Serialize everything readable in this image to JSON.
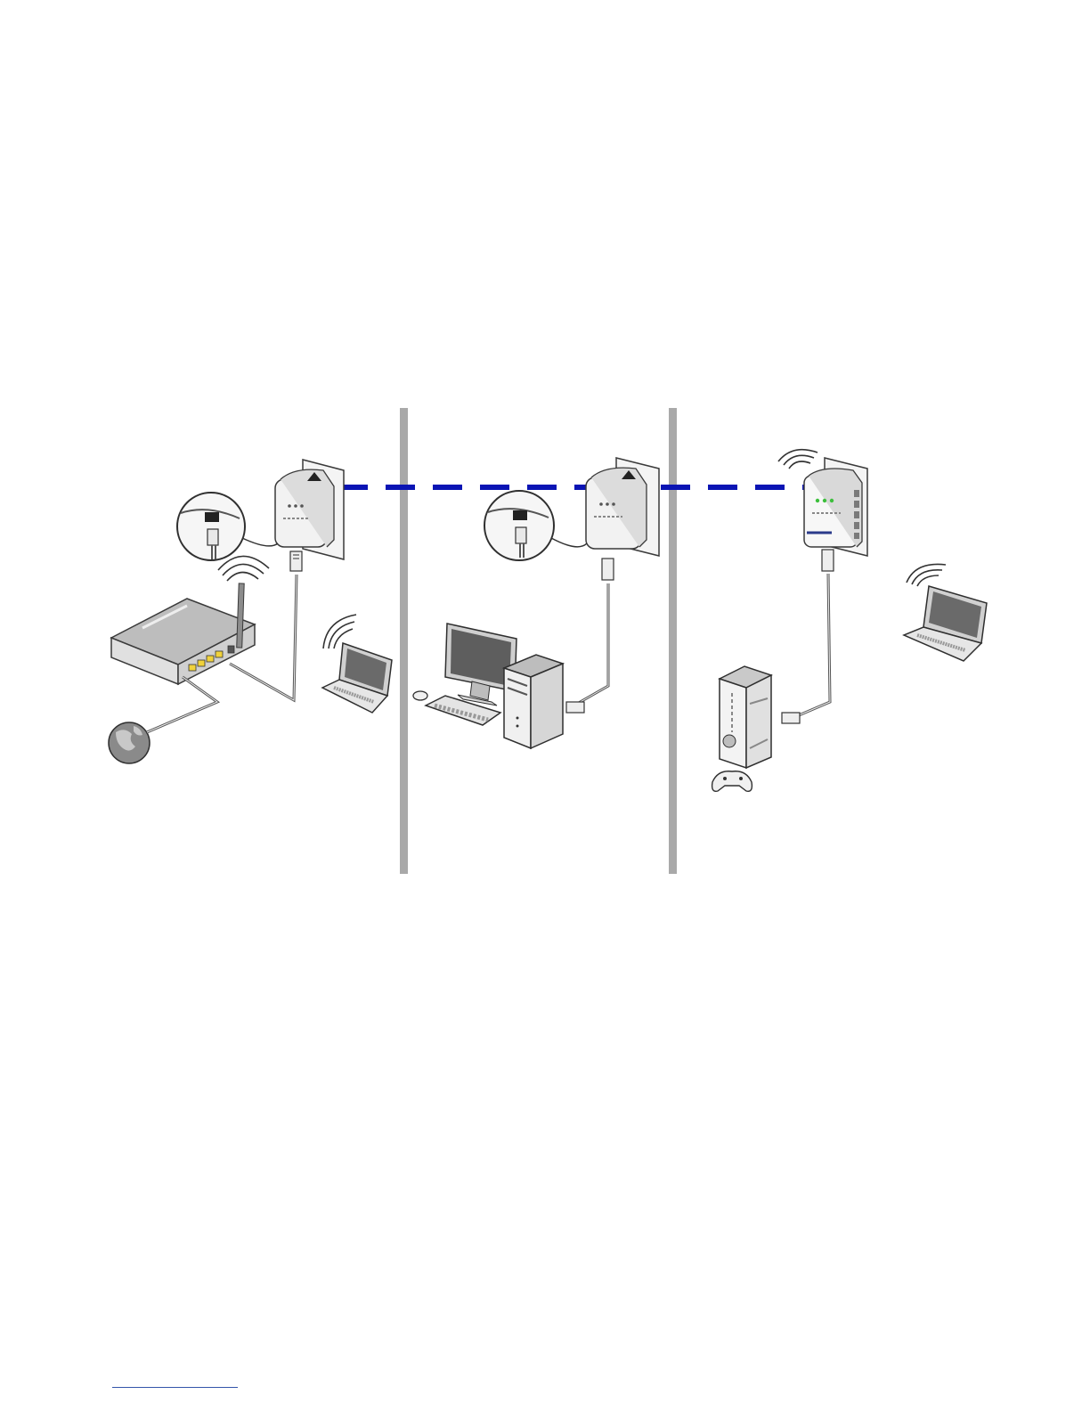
{
  "figure": {
    "rooms": [
      "room-router",
      "room-desktop",
      "room-wireless"
    ],
    "powerline_link_color": "#0a14b4",
    "divider_color": "#a9a9a9",
    "device_colors": {
      "body_light": "#f2f2f2",
      "body_mid": "#d9d9d9",
      "body_dark": "#8c8c8c",
      "outline": "#3a3a3a",
      "port_yellow": "#f0d23c",
      "led_green": "#3cbf3c",
      "globe": "#8a8a8a"
    },
    "icons": [
      "router-icon",
      "globe-icon",
      "powerline-adapter-icon",
      "wall-outlet-icon",
      "ethernet-plug-icon",
      "laptop-icon",
      "wifi-signal-icon",
      "desktop-computer-icon",
      "monitor-icon",
      "keyboard-icon",
      "mouse-icon",
      "tower-pc-icon",
      "wireless-powerline-extender-icon",
      "game-console-icon",
      "game-controller-icon",
      "magnifier-inset-icon"
    ]
  }
}
